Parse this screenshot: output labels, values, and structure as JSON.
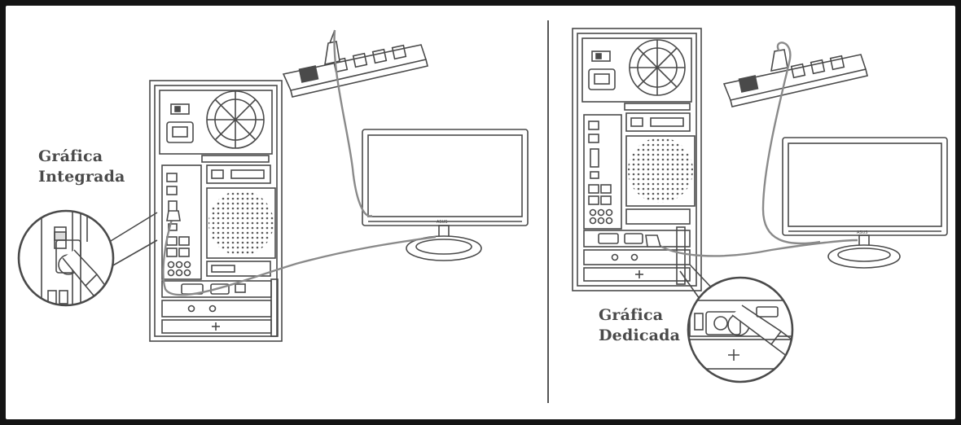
{
  "labels": {
    "integrated_line1": "Gráfica",
    "integrated_line2": "Integrada",
    "dedicated_line1": "Gráfica",
    "dedicated_line2": "Dedicada"
  },
  "monitor_brand": "ASUS",
  "colors": {
    "background": "#141414",
    "canvas": "#ffffff",
    "line": "#4a4a4a",
    "cable": "#8a8a8a",
    "divider": "#555555",
    "label": "#4a4a4a"
  }
}
